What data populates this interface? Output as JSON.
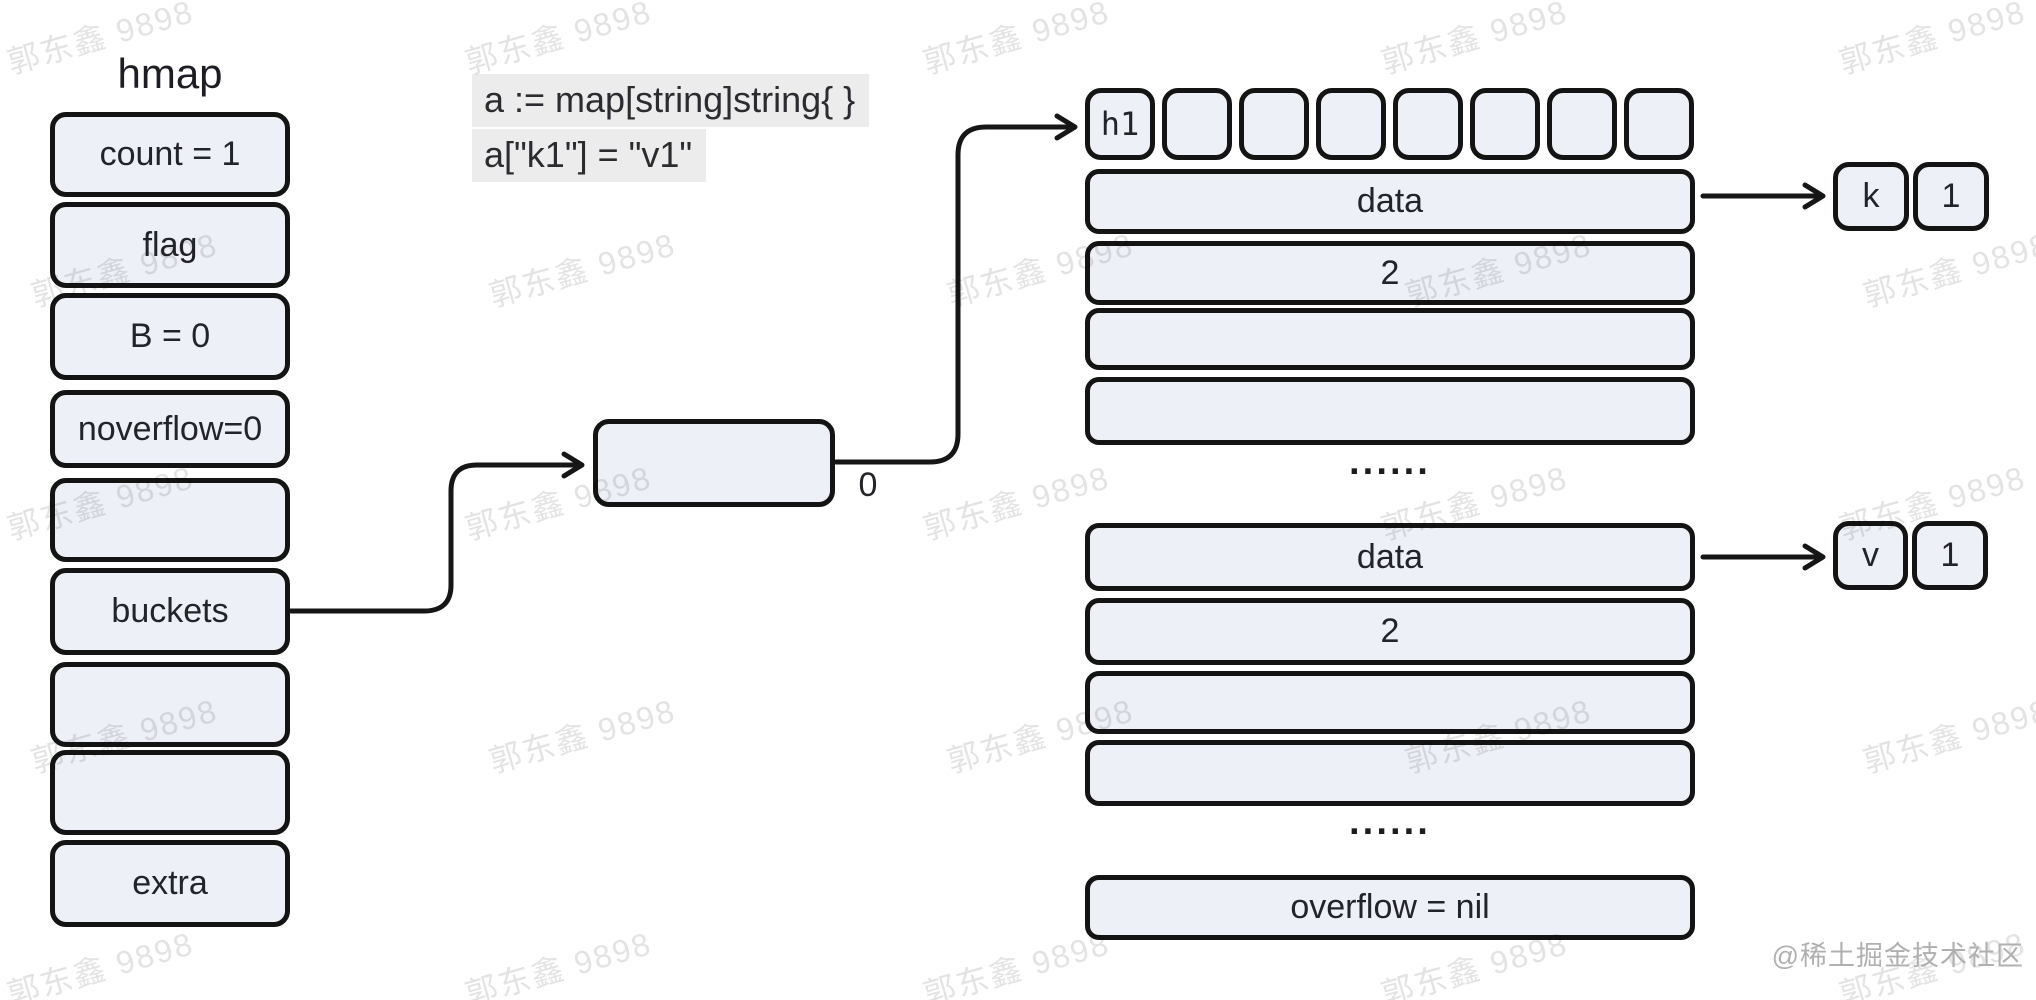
{
  "hmap": {
    "title": "hmap",
    "fields": [
      {
        "label": "count = 1"
      },
      {
        "label": "flag"
      },
      {
        "label": "B = 0"
      },
      {
        "label": "noverflow=0"
      },
      {
        "label": ""
      },
      {
        "label": "buckets"
      },
      {
        "label": ""
      },
      {
        "label": ""
      },
      {
        "label": "extra"
      }
    ]
  },
  "code": {
    "line1": "a := map[string]string{ }",
    "line2": "a[\"k1\"] = \"v1\""
  },
  "pointer": {
    "index_label": "0"
  },
  "bucket": {
    "tophash": [
      "h1",
      "",
      "",
      "",
      "",
      "",
      "",
      ""
    ],
    "key_group_rows": [
      "data",
      "2",
      "",
      ""
    ],
    "value_group_rows": [
      "data",
      "2",
      "",
      ""
    ],
    "ellipsis": "······",
    "overflow_label": "overflow = nil",
    "key_cells": [
      "k",
      "1"
    ],
    "value_cells": [
      "v",
      "1"
    ]
  },
  "watermark": {
    "text": "郭东鑫 9898",
    "credit": "@稀土掘金技术社区"
  },
  "colors": {
    "node_fill": "#edf0f7",
    "node_border": "#141414",
    "code_background": "#ececec",
    "text": "#23232a",
    "watermark_credit": "#b0b0b0"
  }
}
